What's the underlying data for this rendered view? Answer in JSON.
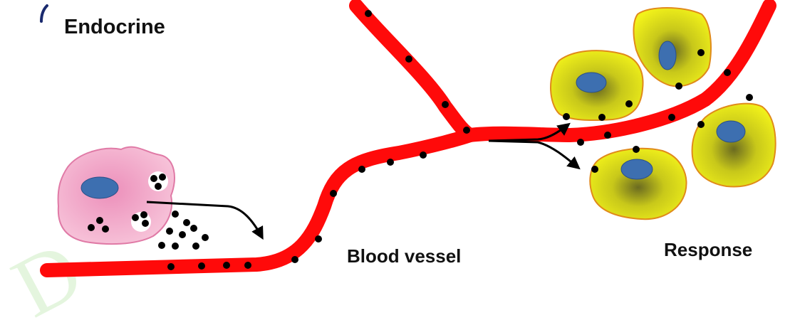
{
  "title": "Endocrine",
  "labels": {
    "blood_vessel": "Blood vessel",
    "response": "Response"
  },
  "colors": {
    "vessel": "#ff0a0a",
    "secretory_cell": "#f6b8d2",
    "secretory_cell_border": "#e07aa6",
    "target_cell": "#f2f21a",
    "target_cell_border": "#e08a1a",
    "nucleus": "#3d6fb0",
    "hormone": "#000000",
    "watermark": "#d8f3d0"
  },
  "icons": [
    "secretory-cell",
    "target-cell",
    "hormone-dot",
    "nucleus",
    "arrow"
  ]
}
